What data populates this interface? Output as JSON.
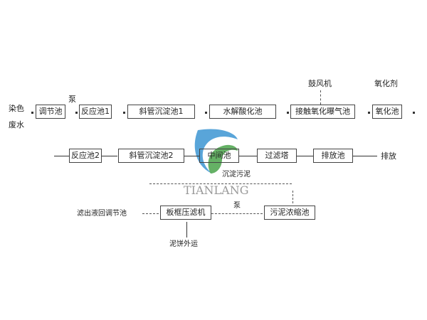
{
  "labels": {
    "input": "染色废水",
    "pump1": "泵",
    "blower": "鼓风机",
    "oxidant": "氧化剂",
    "discharge": "排放",
    "settled_sludge": "沉淀污泥",
    "filtrate_return": "滤出液回调节池",
    "pump2": "泵",
    "cake_out": "泥饼外运"
  },
  "boxes": {
    "regulating_tank": "调节池",
    "reaction_tank_1": "反应池1",
    "inclined_settler_1": "斜管沉淀池1",
    "hydrolysis_tank": "水解酸化池",
    "contact_oxidation_tank": "接触氧化曝气池",
    "oxidation_tank": "氧化池",
    "reaction_tank_2": "反应池2",
    "inclined_settler_2": "斜管沉淀池2",
    "intermediate_tank": "中间池",
    "filter_tower": "过滤塔",
    "discharge_tank": "排放池",
    "filter_press": "板框压滤机",
    "sludge_thickener": "污泥浓缩池"
  },
  "watermark": "TIANLANG"
}
